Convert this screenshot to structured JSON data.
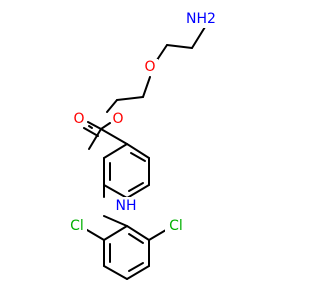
{
  "colors": {
    "carbon": "#000000",
    "oxygen": "#ff0000",
    "nitrogen": "#0000ff",
    "chlorine": "#00b000",
    "background": "#ffffff"
  },
  "atoms": {
    "amine_n": "NH2",
    "ether_o": "O",
    "ester_o": "O",
    "carbonyl_o": "O",
    "amine_bridge": "NH",
    "cl_left": "Cl",
    "cl_right": "Cl"
  }
}
